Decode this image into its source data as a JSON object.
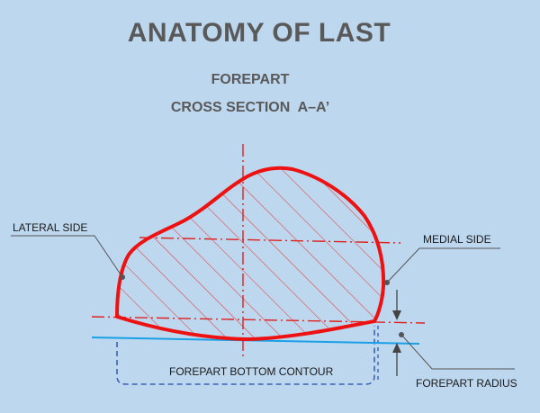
{
  "title": "ANATOMY OF LAST",
  "subtitle_1": "FOREPART",
  "subtitle_2": "CROSS SECTION  A–A’",
  "labels": {
    "lateral_side": "LATERAL SIDE",
    "medial_side": "MEDIAL SIDE",
    "bottom_contour": "FOREPART BOTTOM CONTOUR",
    "forepart_radius": "FOREPART RADIUS"
  },
  "colors": {
    "background": "#bdd7ee",
    "outline": "#ee1111",
    "hatch": "#e83c3c",
    "centerline": "#e0201f",
    "bottom_line": "#1aa0e6",
    "dashed_box": "#3a62b8",
    "leader": "#555555",
    "title_text": "#595959"
  }
}
